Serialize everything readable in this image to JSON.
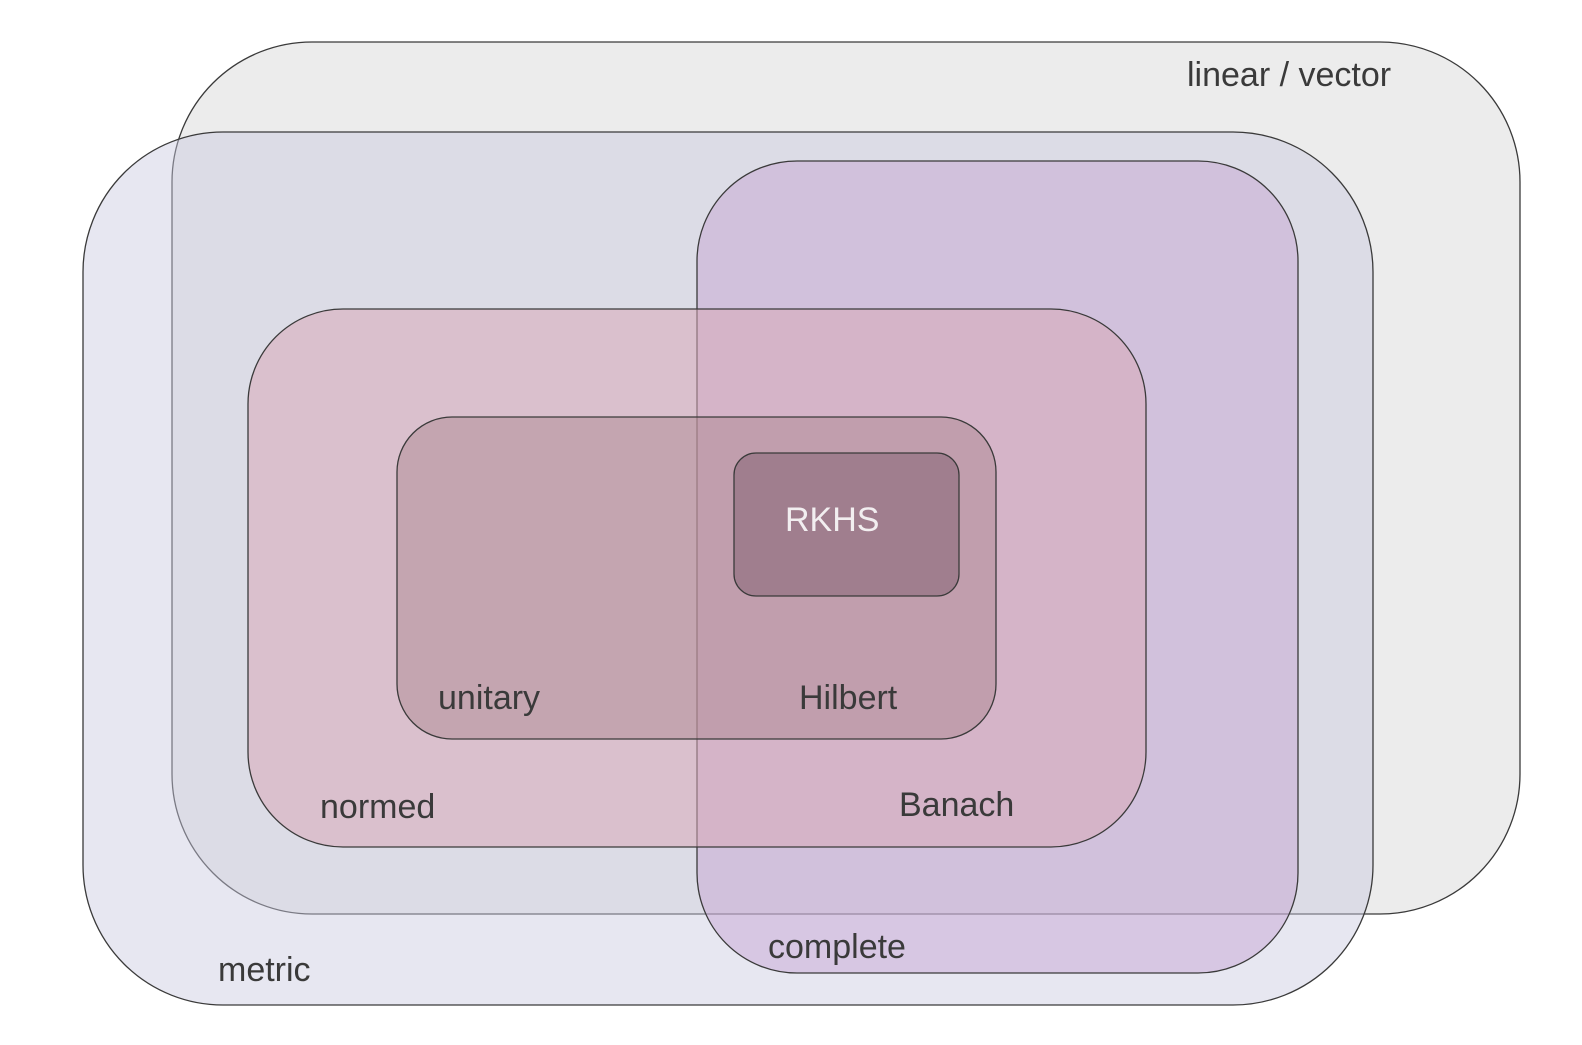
{
  "diagram": {
    "type": "nested-set-diagram",
    "sets": [
      {
        "id": "linear",
        "label": "linear / vector",
        "fill": "#e6e6e6"
      },
      {
        "id": "metric",
        "label": "metric",
        "fill": "#dcdcec"
      },
      {
        "id": "complete",
        "label": "complete",
        "fill": "#c7a6d2"
      },
      {
        "id": "normed",
        "label": "normed",
        "fill": "#d8bcc8"
      },
      {
        "id": "unitary",
        "label": "unitary",
        "fill": "#b8969c"
      },
      {
        "id": "hilbert",
        "label": "Hilbert"
      },
      {
        "id": "banach",
        "label": "Banach"
      },
      {
        "id": "rkhs",
        "label": "RKHS",
        "fill": "#9e7d8b"
      }
    ],
    "relations": [
      {
        "subset": "normed",
        "of": "linear"
      },
      {
        "subset": "normed",
        "of": "metric"
      },
      {
        "subset": "unitary",
        "of": "normed"
      },
      {
        "subset": "banach",
        "of": "normed",
        "and": "complete"
      },
      {
        "subset": "hilbert",
        "of": "unitary",
        "and": "complete"
      },
      {
        "subset": "rkhs",
        "of": "hilbert"
      }
    ]
  },
  "labels": {
    "linear": "linear / vector",
    "metric": "metric",
    "complete": "complete",
    "normed": "normed",
    "unitary": "unitary",
    "hilbert": "Hilbert",
    "banach": "Banach",
    "rkhs": "RKHS"
  },
  "colors": {
    "stroke": "#3a3a3a",
    "text": "#3a3a3a",
    "rkhs_text": "#f2eef0"
  }
}
